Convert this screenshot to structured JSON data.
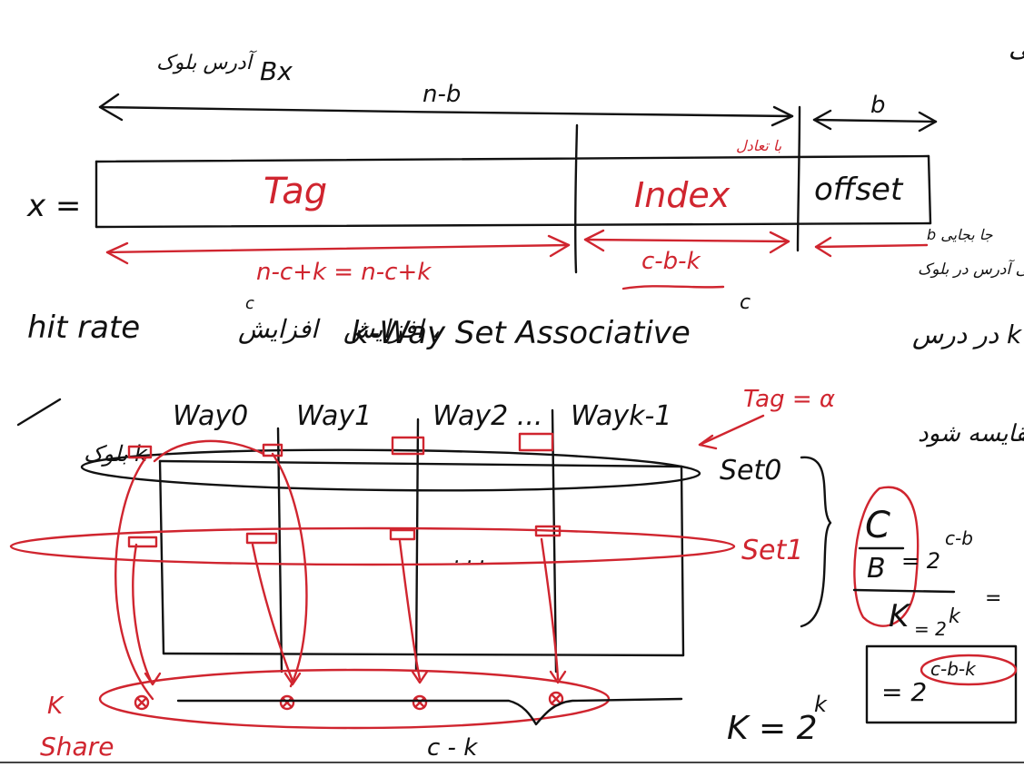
{
  "title_fa": "قالب آدرس در حافظه کش مجموعه انجمنی k-تایی",
  "block_address_fa": "آدرس بلوک",
  "block_address_symbol": "Bx",
  "address": {
    "lhs": "x =",
    "upper_span": "n-b",
    "offset_span": "b",
    "index_note_fa": "با تعادل",
    "fields": {
      "tag": "Tag",
      "index": "Index",
      "offset": "offset"
    },
    "tag_width": "n-c+k = n-c+k",
    "index_width": "c-b-k",
    "offset_width_fa": "جا بجایی b",
    "offset_desc_fa": "محل نسبی آدرس در بلوک"
  },
  "line2": {
    "left": "hit rate",
    "mid_fa": "افزایش",
    "mid2_fa": "، افزایش",
    "kway": "k-Way Set Associative",
    "right_fa": "با افزایش k در درس",
    "c_mark": "c"
  },
  "cache": {
    "ways": [
      "Way0",
      "Way1",
      "Way2 ...",
      "Wayk-1"
    ],
    "k_blocks_fa": "k بلوک",
    "tag_eq": "Tag = α",
    "compare_fa": "مقایسه شود",
    "sets": [
      "Set0",
      "Set1"
    ],
    "dots": ". . .",
    "k_share": [
      "K",
      "Share"
    ],
    "bottom_label": "c - k"
  },
  "formula": {
    "num_top": "C",
    "num_bottom": "B",
    "pow_cb": "= 2",
    "pow_cb_exp": "c-b",
    "denom": "K",
    "denom_exp": "= 2",
    "denom_exp2": "k",
    "eq_sign": "=",
    "result_base": "= 2",
    "result_exp": "c-b-k",
    "k_eq": "K = 2",
    "k_eq_exp": "k"
  }
}
